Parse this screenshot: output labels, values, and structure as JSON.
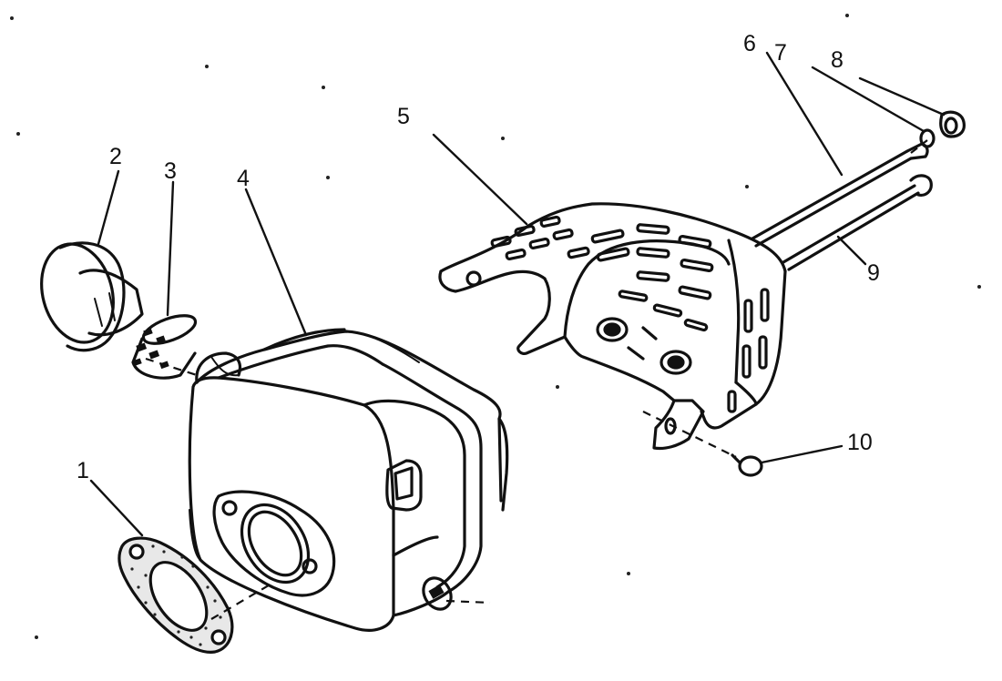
{
  "diagram": {
    "parts": [
      {
        "id": "1",
        "label": "1",
        "icon": "gasket-icon"
      },
      {
        "id": "2",
        "label": "2",
        "icon": "deflector-cap-icon"
      },
      {
        "id": "3",
        "label": "3",
        "icon": "spark-screen-icon"
      },
      {
        "id": "4",
        "label": "4",
        "icon": "muffler-body-icon"
      },
      {
        "id": "5",
        "label": "5",
        "icon": "heat-shield-icon"
      },
      {
        "id": "6",
        "label": "6",
        "icon": "long-bolt-icon"
      },
      {
        "id": "7",
        "label": "7",
        "icon": "long-bolt-icon"
      },
      {
        "id": "8",
        "label": "8",
        "icon": "washer-icon"
      },
      {
        "id": "9",
        "label": "9",
        "icon": "long-bolt-icon"
      },
      {
        "id": "10",
        "label": "10",
        "icon": "screw-icon"
      }
    ]
  }
}
